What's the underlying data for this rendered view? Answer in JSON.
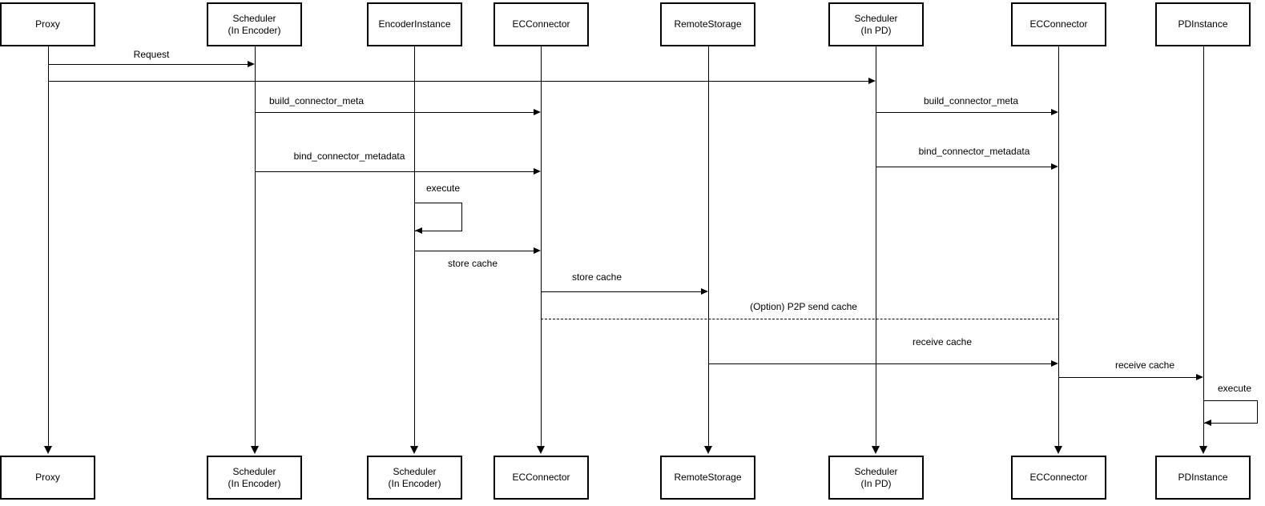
{
  "diagram_type": "sequence-diagram",
  "colors": {
    "line": "#000000",
    "box_fill": "#ffffff",
    "background": "#ffffff",
    "text": "#000000"
  },
  "actors": [
    {
      "name": "proxy",
      "top_line1": "Proxy",
      "top_line2": "",
      "bottom_line1": "Proxy",
      "bottom_line2": ""
    },
    {
      "name": "scheduler-in-encoder",
      "top_line1": "Scheduler",
      "top_line2": "(In Encoder)",
      "bottom_line1": "Scheduler",
      "bottom_line2": "(In Encoder)"
    },
    {
      "name": "encoder-instance",
      "top_line1": "EncoderInstance",
      "top_line2": "",
      "bottom_line1": "Scheduler",
      "bottom_line2": "(In Encoder)"
    },
    {
      "name": "ec-connector-encoder",
      "top_line1": "ECConnector",
      "top_line2": "",
      "bottom_line1": "ECConnector",
      "bottom_line2": ""
    },
    {
      "name": "remote-storage",
      "top_line1": "RemoteStorage",
      "top_line2": "",
      "bottom_line1": "RemoteStorage",
      "bottom_line2": ""
    },
    {
      "name": "scheduler-in-pd",
      "top_line1": "Scheduler",
      "top_line2": "(In PD)",
      "bottom_line1": "Scheduler",
      "bottom_line2": "(In PD)"
    },
    {
      "name": "ec-connector-pd",
      "top_line1": "ECConnector",
      "top_line2": "",
      "bottom_line1": "ECConnector",
      "bottom_line2": ""
    },
    {
      "name": "pd-instance",
      "top_line1": "PDInstance",
      "top_line2": "",
      "bottom_line1": "PDInstance",
      "bottom_line2": ""
    }
  ],
  "messages": [
    {
      "label": "Request",
      "from": "Proxy",
      "to": "Scheduler (In Encoder)",
      "line": "solid",
      "arrow": "right"
    },
    {
      "label": "",
      "from": "Proxy",
      "to": "Scheduler (In PD)",
      "line": "solid",
      "arrow": "right"
    },
    {
      "label": "build_connector_meta",
      "from": "Scheduler (In Encoder)",
      "to": "ECConnector",
      "line": "solid",
      "arrow": "right"
    },
    {
      "label": "build_connector_meta",
      "from": "Scheduler (In PD)",
      "to": "ECConnector",
      "line": "solid",
      "arrow": "right"
    },
    {
      "label": "bind_connector_metadata",
      "from": "Scheduler (In Encoder)",
      "to": "ECConnector",
      "line": "solid",
      "arrow": "right"
    },
    {
      "label": "bind_connector_metadata",
      "from": "Scheduler (In PD)",
      "to": "ECConnector",
      "line": "solid",
      "arrow": "right"
    },
    {
      "label": "execute",
      "from": "EncoderInstance",
      "to": "EncoderInstance",
      "line": "solid",
      "arrow": "self"
    },
    {
      "label": "store cache",
      "from": "EncoderInstance",
      "to": "ECConnector",
      "line": "solid",
      "arrow": "right",
      "label_position": "below"
    },
    {
      "label": "store cache",
      "from": "ECConnector",
      "to": "RemoteStorage",
      "line": "solid",
      "arrow": "right"
    },
    {
      "label": "(Option) P2P send cache",
      "from": "ECConnector",
      "to": "ECConnector (PD)",
      "line": "dashed",
      "arrow": "none"
    },
    {
      "label": "receive cache",
      "from": "RemoteStorage",
      "to": "ECConnector (PD)",
      "line": "solid",
      "arrow": "right"
    },
    {
      "label": "receive cache",
      "from": "ECConnector (PD)",
      "to": "PDInstance",
      "line": "solid",
      "arrow": "right"
    },
    {
      "label": "execute",
      "from": "PDInstance",
      "to": "PDInstance",
      "line": "solid",
      "arrow": "self"
    }
  ]
}
